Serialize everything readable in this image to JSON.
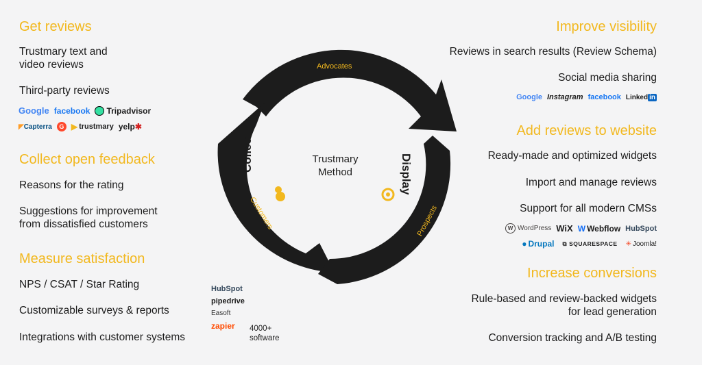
{
  "left": {
    "get_reviews": {
      "heading": "Get reviews",
      "item1_line1": "Trustmary text and",
      "item1_line2": "video reviews",
      "item2": "Third-party reviews",
      "logos_row1": [
        "Google",
        "facebook",
        "Tripadvisor"
      ],
      "logos_row2": [
        "Capterra",
        "G",
        "trustmary",
        "yelp"
      ]
    },
    "collect_feedback": {
      "heading": "Collect open feedback",
      "item1": "Reasons for the rating",
      "item2_line1": "Suggestions for improvement",
      "item2_line2": "from dissatisfied customers"
    },
    "measure": {
      "heading": "Measure satisfaction",
      "item1": "NPS / CSAT / Star Rating",
      "item2": "Customizable surveys & reports",
      "item3": "Integrations with customer systems"
    }
  },
  "integrations": {
    "logos": [
      "HubSpot",
      "pipedrive",
      "Easoft",
      "zapier"
    ],
    "count_line1": "4000+",
    "count_line2": "software"
  },
  "cycle": {
    "center_line1": "Trustmary",
    "center_line2": "Method",
    "collect": "Collect",
    "display": "Display",
    "advocates": "Advocates",
    "customers": "Customers",
    "prospects": "Prospects",
    "ring_color": "#1c1c1c",
    "accent_color": "#f2b81e"
  },
  "right": {
    "visibility": {
      "heading": "Improve visibility",
      "item1": "Reviews in search results (Review Schema)",
      "item2": "Social media sharing",
      "logos": [
        "Google",
        "Instagram",
        "facebook",
        "Linked",
        "in"
      ]
    },
    "website": {
      "heading": "Add reviews to website",
      "item1": "Ready-made and optimized widgets",
      "item2": "Import and manage reviews",
      "item3": "Support for all modern CMSs",
      "logos_row1": [
        "WordPress",
        "WiX",
        "Webflow",
        "HubSpot"
      ],
      "logos_row2": [
        "Drupal",
        "SQUARESPACE",
        "Joomla!"
      ]
    },
    "conversions": {
      "heading": "Increase conversions",
      "item1_line1": "Rule-based and review-backed widgets",
      "item1_line2": "for lead generation",
      "item2": "Conversion tracking and A/B testing"
    }
  }
}
